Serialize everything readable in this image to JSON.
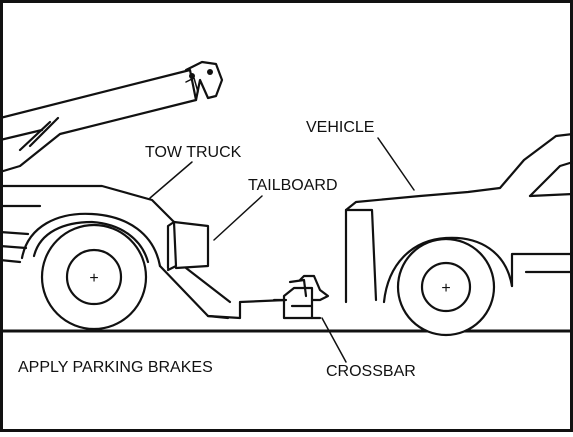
{
  "labels": {
    "vehicle": "VEHICLE",
    "tow_truck": "TOW TRUCK",
    "tailboard": "TAILBOARD",
    "apply_parking_brakes": "APPLY PARKING BRAKES",
    "crossbar": "CROSSBAR"
  },
  "wheel_hub_symbol": "+"
}
